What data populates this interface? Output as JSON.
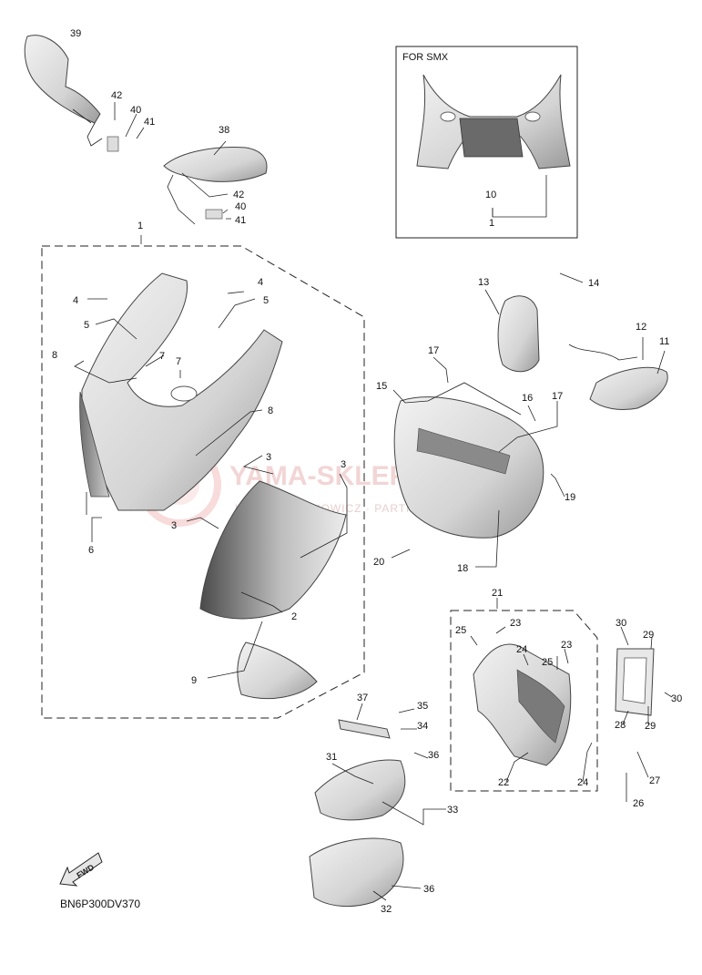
{
  "inset": {
    "title": "FOR SMX"
  },
  "diagram_code": "BN6P300DV370",
  "fwd_label": "FWD",
  "watermark": {
    "main": "YAMA-SKLEP.PL",
    "sub": "KAROL WIECHOWICZ · PARTNER YAMAHA"
  },
  "callouts": [
    "1",
    "2",
    "3",
    "4",
    "5",
    "6",
    "7",
    "8",
    "9",
    "10",
    "11",
    "12",
    "13",
    "14",
    "15",
    "16",
    "17",
    "18",
    "19",
    "20",
    "21",
    "22",
    "23",
    "24",
    "25",
    "26",
    "27",
    "28",
    "29",
    "30",
    "31",
    "32",
    "33",
    "34",
    "35",
    "36",
    "37",
    "38",
    "39",
    "40",
    "41",
    "42"
  ]
}
